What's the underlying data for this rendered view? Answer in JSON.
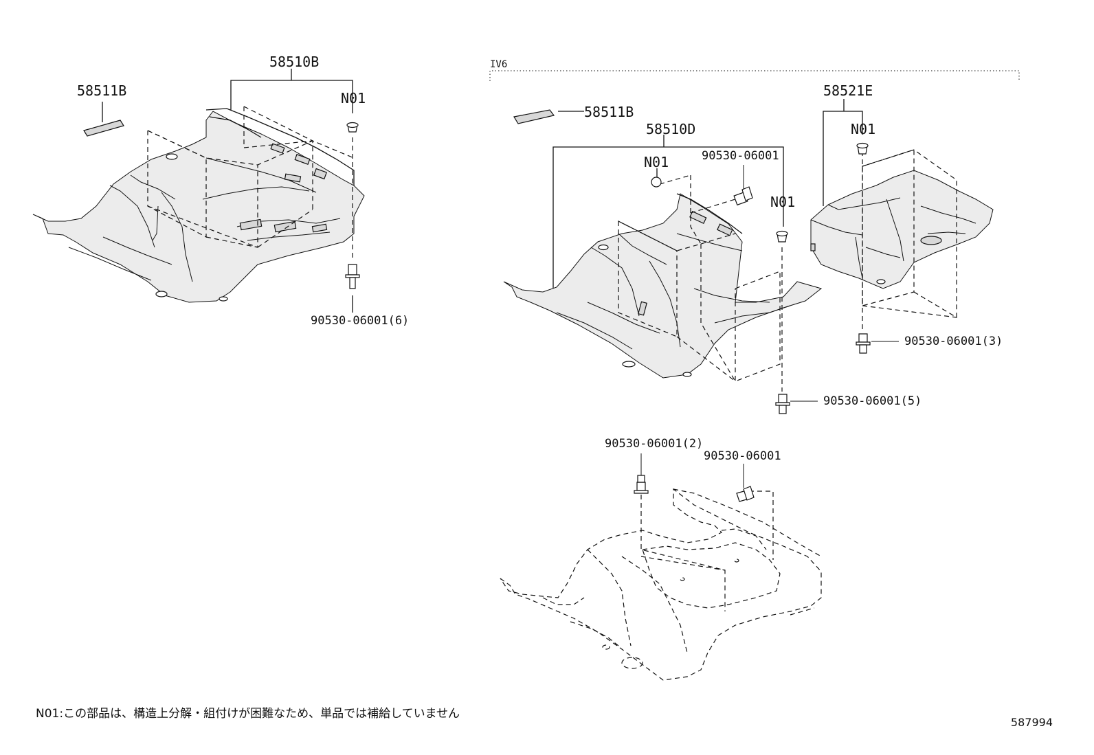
{
  "labels": {
    "part_58510B": "58510B",
    "part_58511B_left": "58511B",
    "n01_left": "N01",
    "bolt_left": "90530-06001(6)",
    "variant": "IV6",
    "part_58511B_right": "58511B",
    "part_58510D": "58510D",
    "n01_mid": "N01",
    "bolt_mid": "90530-06001",
    "n01_right_a": "N01",
    "part_58521E": "58521E",
    "n01_right_b": "N01",
    "bolt_right_3": "90530-06001(3)",
    "bolt_right_5": "90530-06001(5)",
    "bolt_bottom_2": "90530-06001(2)",
    "bolt_bottom": "90530-06001"
  },
  "footnote": "N01:この部品は、構造上分解・組付けが困難なため、単品では補給していません",
  "figure_number": "587994"
}
